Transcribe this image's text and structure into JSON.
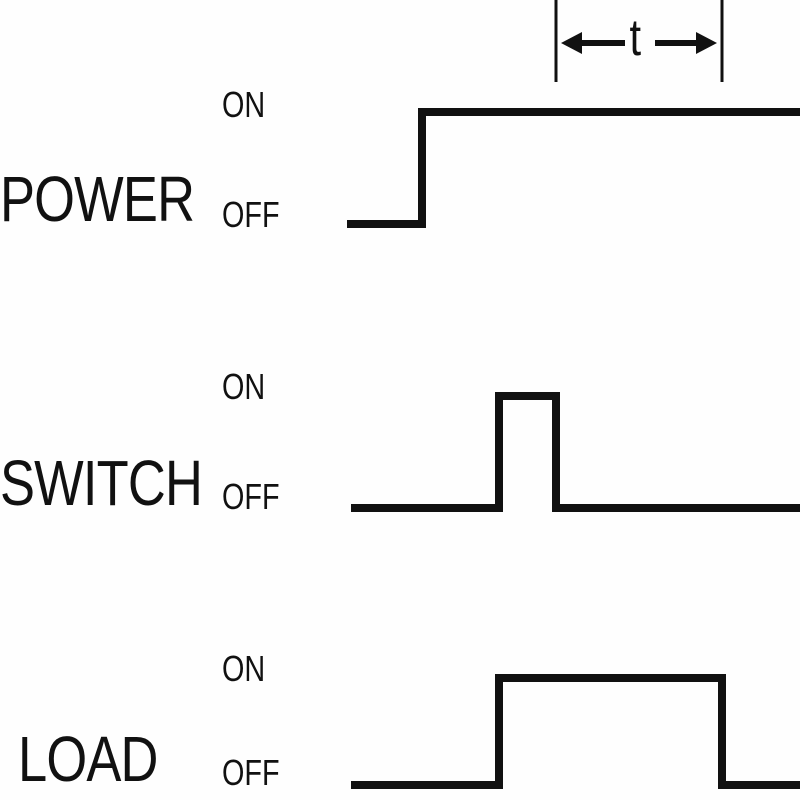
{
  "signals": [
    {
      "name": "POWER",
      "on_label": "ON",
      "off_label": "OFF"
    },
    {
      "name": "SWITCH",
      "on_label": "ON",
      "off_label": "OFF"
    },
    {
      "name": "LOAD",
      "on_label": "ON",
      "off_label": "OFF"
    }
  ],
  "interval_label": "t",
  "line_color": "#111111"
}
